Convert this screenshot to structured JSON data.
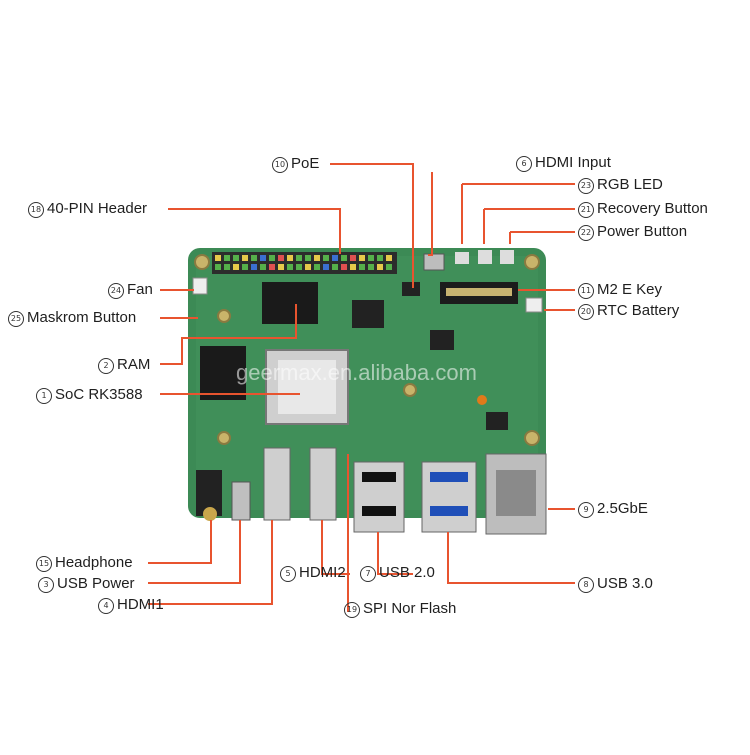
{
  "watermark": "geermax.en.alibaba.com",
  "colors": {
    "leader_line": "#e8542f",
    "board": "#3c8a55",
    "background": "#ffffff"
  },
  "labels": {
    "poe": {
      "num": "10",
      "text": "PoE"
    },
    "hdmi_input": {
      "num": "6",
      "text": "HDMI Input"
    },
    "rgb_led": {
      "num": "23",
      "text": "RGB LED"
    },
    "header40": {
      "num": "18",
      "text": "40-PIN Header"
    },
    "recovery": {
      "num": "21",
      "text": "Recovery Button"
    },
    "power_btn": {
      "num": "22",
      "text": "Power Button"
    },
    "fan": {
      "num": "24",
      "text": "Fan"
    },
    "m2": {
      "num": "11",
      "text": "M2 E Key"
    },
    "maskrom": {
      "num": "25",
      "text": "Maskrom Button"
    },
    "rtc": {
      "num": "20",
      "text": "RTC Battery"
    },
    "ram": {
      "num": "2",
      "text": "RAM"
    },
    "soc": {
      "num": "1",
      "text": "SoC RK3588"
    },
    "gbe": {
      "num": "9",
      "text": "2.5GbE"
    },
    "headphone": {
      "num": "15",
      "text": "Headphone"
    },
    "usb_power": {
      "num": "3",
      "text": "USB Power"
    },
    "hdmi2": {
      "num": "5",
      "text": "HDMI2"
    },
    "usb2": {
      "num": "7",
      "text": "USB 2.0"
    },
    "usb3": {
      "num": "8",
      "text": "USB 3.0"
    },
    "hdmi1": {
      "num": "4",
      "text": "HDMI1"
    },
    "spi": {
      "num": "19",
      "text": "SPI Nor Flash"
    }
  }
}
